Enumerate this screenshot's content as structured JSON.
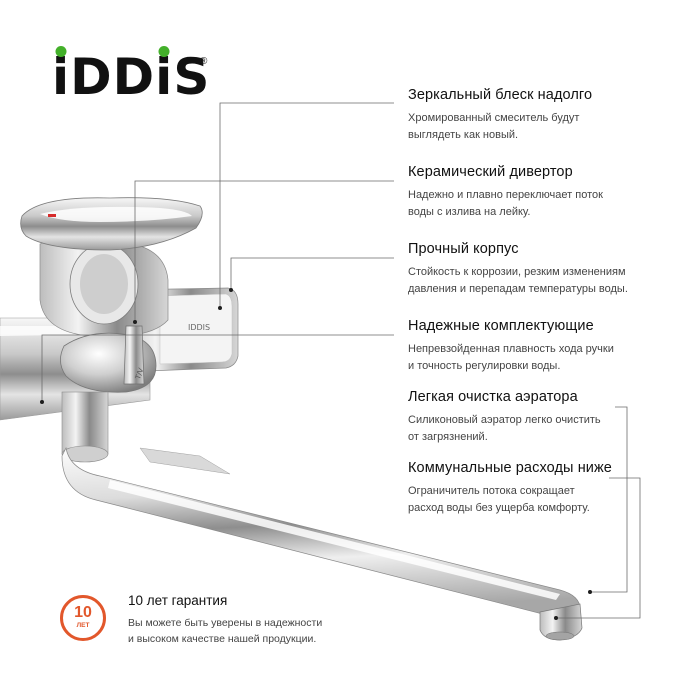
{
  "brand": {
    "logo_letters": [
      "i",
      "D",
      "D",
      "i",
      "S"
    ],
    "registered_mark": "®",
    "logo_text": "iDDiS",
    "accent_color": "#43b02a"
  },
  "product_mark": "IDDIS",
  "handle_mark": "T/V",
  "features": [
    {
      "title": "Зеркальный блеск надолго",
      "desc_lines": [
        "Хромированный смеситель будут",
        "выглядеть как новый."
      ]
    },
    {
      "title": "Керамический дивертор",
      "desc_lines": [
        "Надежно и плавно переключает поток",
        "воды с излива на лейку."
      ]
    },
    {
      "title": "Прочный корпус",
      "desc_lines": [
        "Стойкость к коррозии, резким изменениям",
        "давления и перепадам температуры воды."
      ]
    },
    {
      "title": "Надежные комплектующие",
      "desc_lines": [
        "Непревзойденная плавность хода ручки",
        "и точность регулировки воды."
      ]
    },
    {
      "title": "Легкая очистка аэратора",
      "desc_lines": [
        "Силиконовый аэратор легко очистить",
        "от загрязнений."
      ]
    },
    {
      "title": "Коммунальные расходы ниже",
      "desc_lines": [
        "Ограничитель потока сокращает",
        "расход воды без ущерба комфорту."
      ]
    }
  ],
  "warranty": {
    "badge_number": "10",
    "badge_unit": "ЛЕТ",
    "title": "10 лет гарантия",
    "desc_lines": [
      "Вы можете быть уверены в надежности",
      "и высоком качестве нашей продукции."
    ],
    "color": "#e2572b"
  }
}
